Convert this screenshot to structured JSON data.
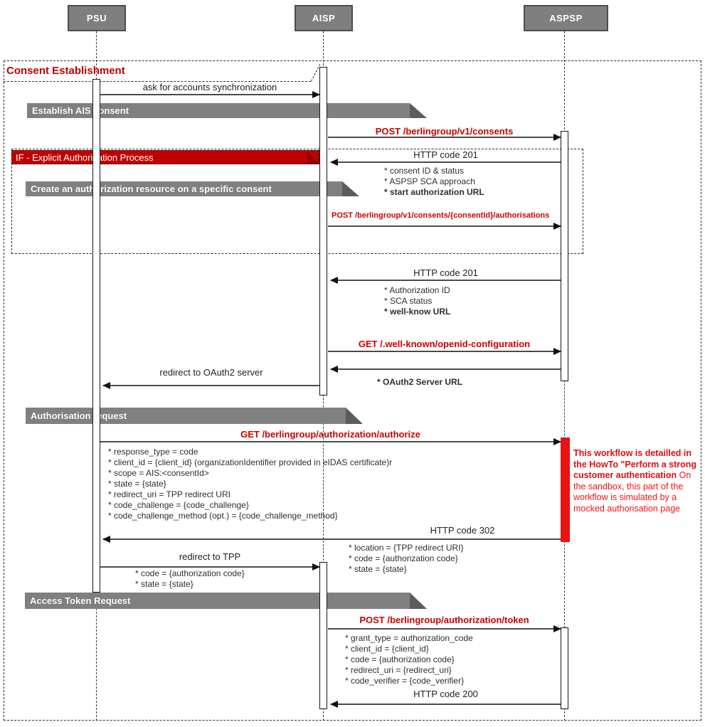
{
  "colors": {
    "actor_fill": "#7f7f7f",
    "banner_fill": "#808080",
    "if_banner_fill": "#c00000",
    "message_red": "#cc0000",
    "sidenote_red": "#f21414",
    "activation_red": "#ea1212",
    "line": "#4b4b4b"
  },
  "actors": [
    {
      "label": "PSU"
    },
    {
      "label": "AISP"
    },
    {
      "label": "ASPSP"
    }
  ],
  "frame": {
    "title": "Consent Establishment"
  },
  "if_block": {
    "label": "IF -  Explicit Authorization Process"
  },
  "banners": {
    "establish_ais": "Establish AIS consent",
    "create_auth": "Create an authorization resource on a specific consent",
    "auth_request": "Authorisation request",
    "token_request": "Access Token Request"
  },
  "messages": {
    "ask_sync": "ask for accounts synchronization",
    "post_consents": "POST /berlingroup/v1/consents",
    "http_201_consents": "HTTP code 201",
    "post_authorisations": "POST /berlingroup/v1/consents/{consentId}/authorisations",
    "http_201_auth": "HTTP code 201",
    "get_wellknown": "GET /.well-known/openid-configuration",
    "redirect_oauth2": "redirect to OAuth2 server",
    "get_authorize": "GET /berlingroup/authorization/authorize",
    "http_302": "HTTP code 302",
    "redirect_tpp": "redirect to TPP",
    "post_token": "POST /berlingroup/authorization/token",
    "http_200": "HTTP code 200"
  },
  "notes": {
    "consent_response": [
      "* consent ID & status",
      "* ASPSP SCA approach",
      "* start authorization URL"
    ],
    "auth_response": [
      "* Authorization ID",
      "* SCA status",
      "* well-know URL"
    ],
    "oauth2_server_url": "* OAuth2 Server URL",
    "authorize_params": [
      "* response_type = code",
      "* client_id = {client_id} (organizationIdentifier provided in eIDAS certificate)r",
      "* scope = AIS:<consentId>",
      "* state = {state}",
      "* redirect_uri = TPP redirect URI",
      "* code_challenge = {code_challenge}",
      "* code_challenge_method (opt.) = {code_challenge_method}"
    ],
    "http302_params": [
      "* location = {TPP redirect URI}",
      "* code = {authorization code}",
      "* state = {state}"
    ],
    "redirect_tpp_params": [
      "* code = {authorization code}",
      "* state = {state}"
    ],
    "token_params": [
      "* grant_type = authorization_code",
      "* client_id = {client_id}",
      "* code = {authorization code}",
      "* redirect_uri = {redirect_uri}",
      "* code_verifier = {code_verifier}"
    ],
    "sidenote_bold": "This workflow is detailled in the HowTo \"Perform a strong customer authentication",
    "sidenote_regular": "On the sandbox, this part of the workflow is simulated by a mocked authorisation page"
  }
}
